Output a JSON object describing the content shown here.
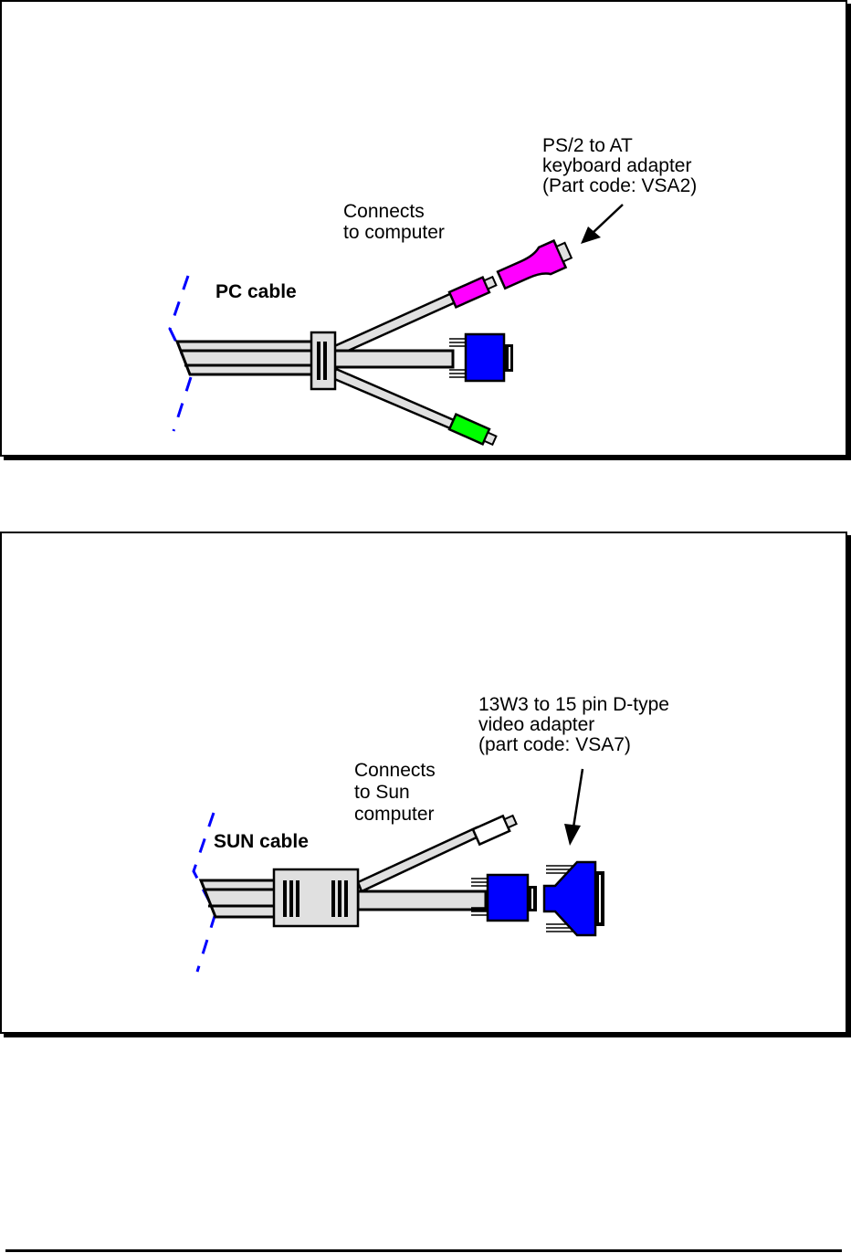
{
  "colors": {
    "keyboard_connector": "#ff00ff",
    "video_connector": "#0000ff",
    "mouse_connector": "#00ff00",
    "cable_fill": "#e0e0e0",
    "break_line": "#0000ff",
    "sun_keyboard_connector": "#ffffff"
  },
  "pc_panel": {
    "title": "PC cable",
    "connects_label_line1": "Connects",
    "connects_label_line2": "to computer",
    "adapter_label_line1": "PS/2 to AT",
    "adapter_label_line2": "keyboard adapter",
    "adapter_label_line3": "(Part code: VSA2)",
    "connectors": [
      "keyboard (PS/2)",
      "video (15 pin D-type)",
      "mouse (PS/2)"
    ]
  },
  "sun_panel": {
    "title": "SUN cable",
    "connects_label_line1": "Connects",
    "connects_label_line2": "to Sun",
    "connects_label_line3": "computer",
    "adapter_label_line1": "13W3 to 15 pin D-type",
    "adapter_label_line2": "video adapter",
    "adapter_label_line3": "(part code: VSA7)",
    "connectors": [
      "keyboard/mouse (Sun mini-DIN)",
      "video (15 pin D-type)"
    ]
  }
}
